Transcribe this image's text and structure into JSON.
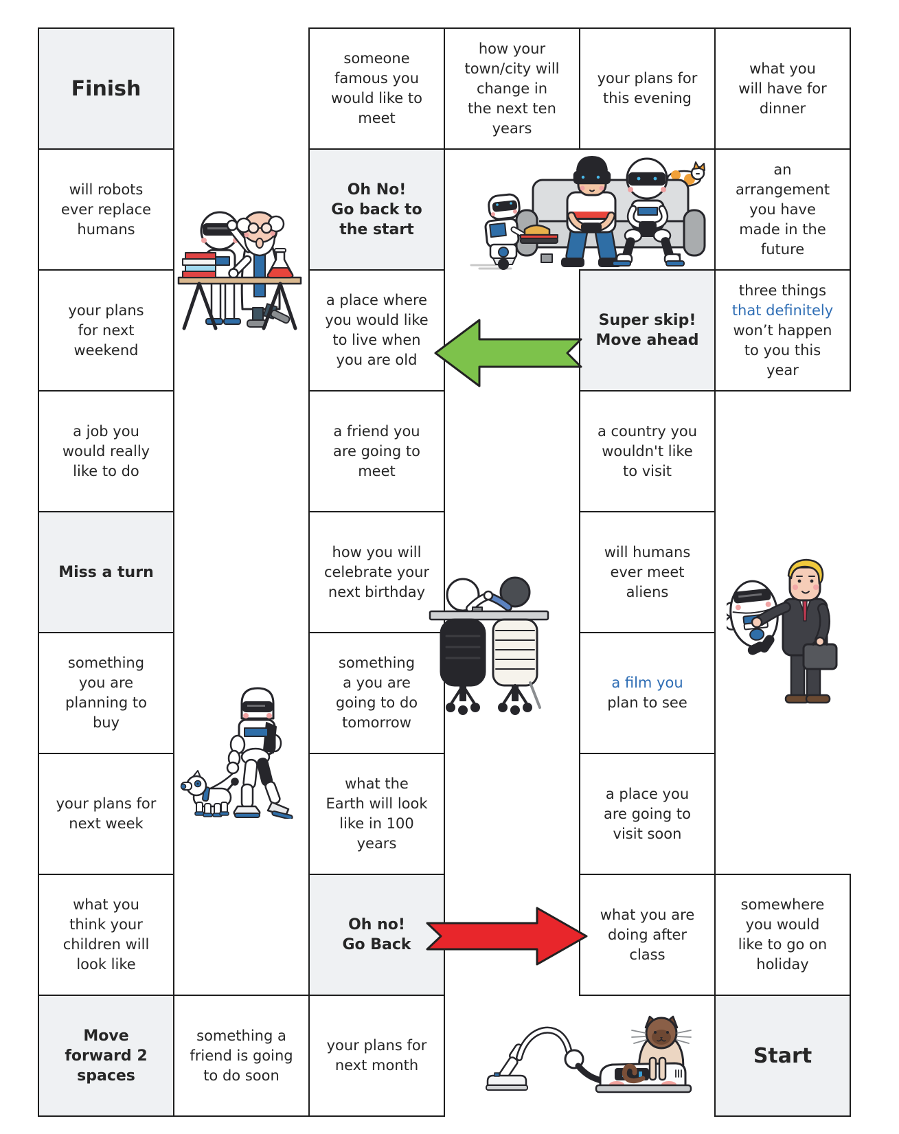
{
  "board_title_visible": false,
  "colors": {
    "cell_background": "#ffffff",
    "action_cell_background": "#eff1f3",
    "border": "#1d1d1d",
    "text": "#262626",
    "highlight_text_blue": "#2e6db4",
    "arrow_green": "#7dc24b",
    "arrow_red": "#e8262b"
  },
  "cells": [
    {
      "id": "finish",
      "text": "Finish",
      "variant": "action-large"
    },
    {
      "id": "someone-famous",
      "text": "someone\nfamous you\nwould like to\nmeet"
    },
    {
      "id": "town-city-change",
      "text": "how your\ntown/city will\nchange in\nthe next ten\nyears"
    },
    {
      "id": "plans-this-evening",
      "text": "your plans for\nthis evening"
    },
    {
      "id": "dinner",
      "text": "what you\nwill have for\ndinner"
    },
    {
      "id": "robots-replace-humans",
      "text": "will robots\never replace\nhumans"
    },
    {
      "id": "oh-no-back-to-start",
      "text": "Oh No!\nGo back to\nthe start",
      "variant": "action"
    },
    {
      "id": "arrangement-future",
      "text": "an\narrangement\nyou have\nmade in the\nfuture"
    },
    {
      "id": "plans-next-weekend",
      "text": "your plans\nfor next\nweekend"
    },
    {
      "id": "place-live-when-old",
      "text": "a place where\nyou would like\nto live when\nyou are old"
    },
    {
      "id": "super-skip",
      "text": "Super skip!\nMove ahead",
      "variant": "action"
    },
    {
      "id": "three-things",
      "pre": "three things\n",
      "highlight": "that definitely",
      "post": "\nwon’t happen\nto you this\nyear"
    },
    {
      "id": "job-like-to-do",
      "text": "a job you\nwould really\nlike to do"
    },
    {
      "id": "friend-going-to-meet",
      "text": "a friend you\nare going to\nmeet"
    },
    {
      "id": "country-not-visit",
      "text": "a country you\nwouldn't like\nto visit"
    },
    {
      "id": "miss-a-turn",
      "text": "Miss a turn",
      "variant": "action"
    },
    {
      "id": "celebrate-birthday",
      "text": "how you will\ncelebrate your\nnext birthday"
    },
    {
      "id": "humans-meet-aliens",
      "text": "will humans\never meet\naliens"
    },
    {
      "id": "planning-to-buy",
      "text": "something\nyou are\nplanning to\nbuy"
    },
    {
      "id": "do-tomorrow",
      "text": "something\na you are\ngoing to do\ntomorrow"
    },
    {
      "id": "film-plan-to-see",
      "pre": "",
      "highlight": "a film you",
      "post": "\nplan to see"
    },
    {
      "id": "plans-next-week",
      "text": "your plans for\nnext week"
    },
    {
      "id": "earth-100-years",
      "text": "what the\nEarth will look\nlike in 100\nyears"
    },
    {
      "id": "place-visit-soon",
      "text": "a place you\nare going to\nvisit soon"
    },
    {
      "id": "children-look-like",
      "text": "what you\nthink your\nchildren will\nlook like"
    },
    {
      "id": "oh-no-go-back",
      "text": "Oh no!\nGo Back",
      "variant": "action"
    },
    {
      "id": "doing-after-class",
      "text": "what you are\ndoing after\nclass"
    },
    {
      "id": "holiday",
      "text": "somewhere\nyou would\nlike to go on\nholiday"
    },
    {
      "id": "move-forward-2",
      "text": "Move\nforward 2\nspaces",
      "variant": "action"
    },
    {
      "id": "friend-do-soon",
      "text": "something a\nfriend is going\nto do soon"
    },
    {
      "id": "plans-next-month",
      "text": "your plans for\nnext month"
    },
    {
      "id": "start",
      "text": "Start",
      "variant": "action-large"
    }
  ],
  "arrows": [
    {
      "name": "green-arrow",
      "direction": "left",
      "color": "#7dc24b",
      "linked_cell": "super-skip"
    },
    {
      "name": "red-arrow",
      "direction": "right",
      "color": "#e8262b",
      "linked_cell": "oh-no-go-back"
    }
  ],
  "illustrations": [
    {
      "name": "scientist-examining-robot-illustration"
    },
    {
      "name": "vr-gaming-couch-robot-illustration"
    },
    {
      "name": "robot-job-interview-illustration"
    },
    {
      "name": "businessman-holding-robot-illustration"
    },
    {
      "name": "robot-walking-robot-dog-illustration"
    },
    {
      "name": "vacuum-robot-with-cat-illustration"
    }
  ]
}
